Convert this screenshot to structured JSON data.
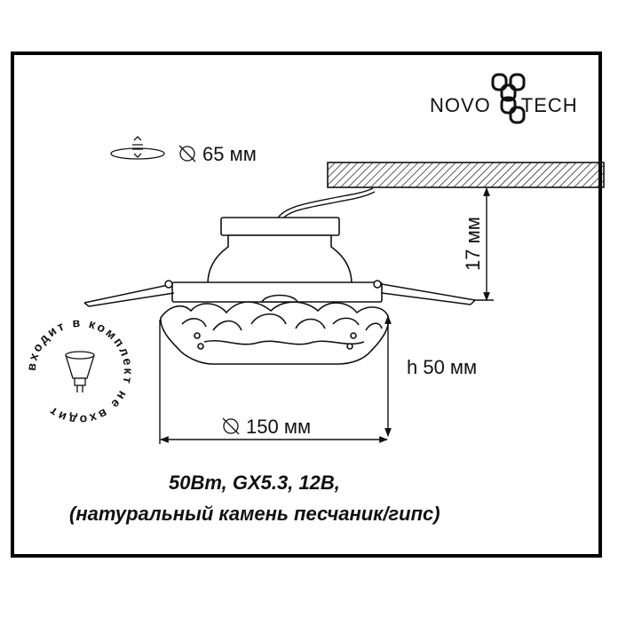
{
  "brand": {
    "logo_text_left": "NOVO",
    "logo_text_right": "TECH"
  },
  "cutout": {
    "symbol": "diameter-icon",
    "label": "65 мм"
  },
  "dimensions": {
    "ceiling_depth": "17 мм",
    "height": "h 50 мм",
    "diameter_symbol": "diameter-icon",
    "diameter": "150 мм"
  },
  "lamp_badge": {
    "circular_text": "входит в комплект не входит"
  },
  "specs": {
    "line1": "50Вт, GX5.3, 12В,",
    "line2": "(натуральный камень песчаник/гипс)"
  },
  "colors": {
    "line": "#111111",
    "frame": "#000000",
    "background": "#ffffff"
  }
}
